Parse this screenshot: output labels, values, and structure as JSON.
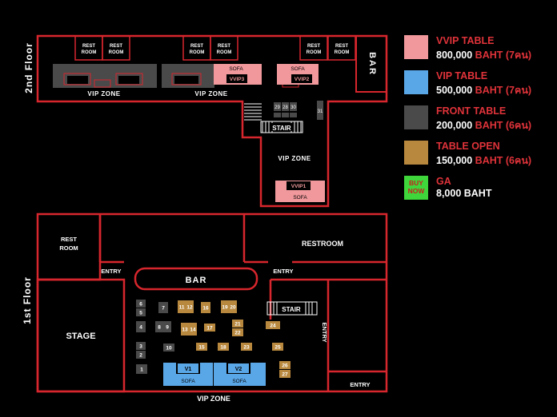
{
  "floors": {
    "second": "2nd Floor",
    "first": "1st Floor"
  },
  "second_floor": {
    "rest_room": [
      "REST",
      "ROOM"
    ],
    "bar": "BAR",
    "vip_zone": "VIP ZONE",
    "sofa": "SOFA",
    "stair": "STAIR",
    "vvip_tables": [
      "VVIP3",
      "VVIP2",
      "VVIP1"
    ],
    "numbered_tables": [
      "29",
      "28",
      "30",
      "31"
    ]
  },
  "first_floor": {
    "rest_room": [
      "REST",
      "ROOM"
    ],
    "restroom": "RESTROOM",
    "entry": "ENTRY",
    "bar": "BAR",
    "stage": "STAGE",
    "stair": "STAIR",
    "vip_zone": "VIP ZONE",
    "sofa": "SOFA",
    "vip_tables": [
      "V1",
      "V2"
    ],
    "front_tables": [
      "6",
      "5",
      "7",
      "4",
      "8",
      "9",
      "3",
      "2",
      "10",
      "1"
    ],
    "open_tables": [
      "11",
      "12",
      "16",
      "19",
      "20",
      "13",
      "14",
      "17",
      "21",
      "22",
      "24",
      "15",
      "18",
      "23",
      "25",
      "26",
      "27"
    ]
  },
  "legend": [
    {
      "name": "VVIP TABLE",
      "price": "800,000",
      "unit": "BAHT (7คน)",
      "color": "#f0989b"
    },
    {
      "name": "VIP TABLE",
      "price": "500,000",
      "unit": "BAHT (7คน)",
      "color": "#5aa7e8"
    },
    {
      "name": "FRONT TABLE",
      "price": "200,000",
      "unit": "BAHT (6คน)",
      "color": "#4a4a4a"
    },
    {
      "name": "TABLE OPEN",
      "price": "150,000",
      "unit": "BAHT (6คน)",
      "color": "#b8883e"
    },
    {
      "name": "GA",
      "price": "8,000 BAHT",
      "unit": "",
      "color": "#3fd63c",
      "badge": "BUY NOW"
    }
  ],
  "colors": {
    "wall": "#d7262d",
    "background": "#000000",
    "vvip": "#f0989b",
    "vip": "#5aa7e8",
    "front": "#4a4a4a",
    "open": "#b8883e",
    "ga": "#3fd63c"
  }
}
